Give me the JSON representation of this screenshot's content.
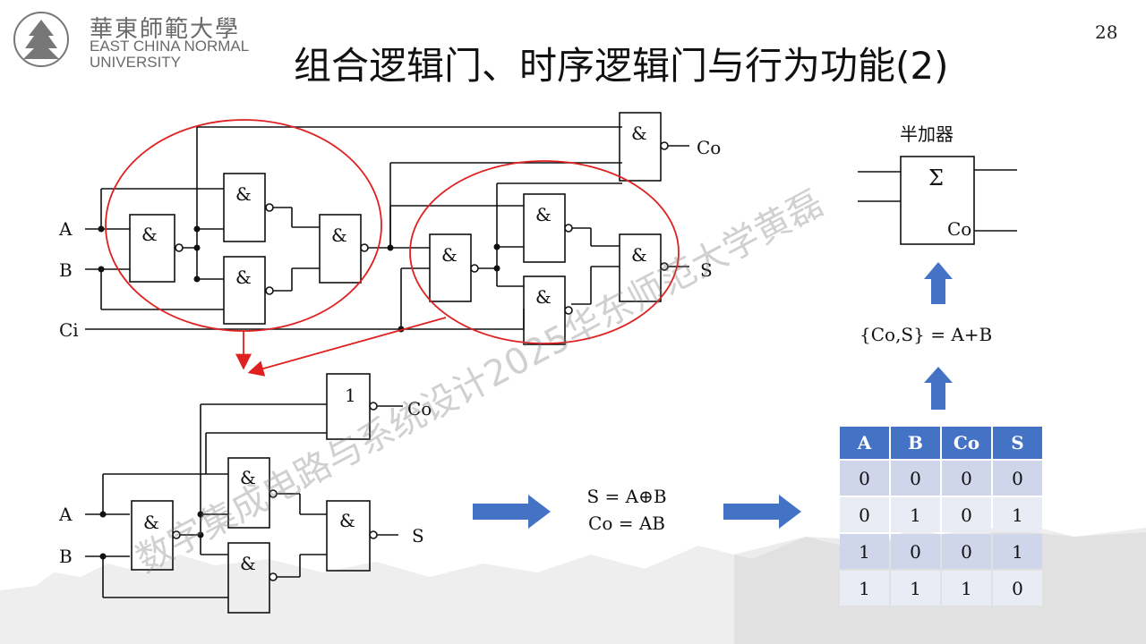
{
  "logo": {
    "name_cn": "華東師範大學",
    "name_en_line1": "EAST CHINA NORMAL",
    "name_en_line2": "UNIVERSITY"
  },
  "page_number": "28",
  "title": "组合逻辑门、时序逻辑门与行为功能(2)",
  "full_adder": {
    "inputs": [
      "A",
      "B",
      "Ci"
    ],
    "outputs": [
      "Co",
      "S"
    ],
    "gate_symbol": "&"
  },
  "half_adder_circuit": {
    "inputs": [
      "A",
      "B"
    ],
    "outputs": [
      "Co",
      "S"
    ],
    "or_symbol": "1",
    "gate_symbol": "&"
  },
  "half_adder_block": {
    "label": "半加器",
    "sum_symbol": "Σ",
    "carry_label": "Co"
  },
  "equations": {
    "sum": "S = A⊕B",
    "carry": "Co = AB",
    "combined": "{Co,S} = A+B"
  },
  "truth_table": {
    "headers": [
      "A",
      "B",
      "Co",
      "S"
    ],
    "rows": [
      [
        "0",
        "0",
        "0",
        "0"
      ],
      [
        "0",
        "1",
        "0",
        "1"
      ],
      [
        "1",
        "0",
        "0",
        "1"
      ],
      [
        "1",
        "1",
        "1",
        "0"
      ]
    ]
  },
  "watermark": "数字集成电路与系统设计2025华东师范大学黄磊",
  "colors": {
    "table_header": "#4472c4",
    "table_row_dark": "#cfd5ea",
    "table_row_light": "#e9ebf5",
    "arrow_blue": "#4472c4",
    "highlight_red": "#e02020"
  }
}
